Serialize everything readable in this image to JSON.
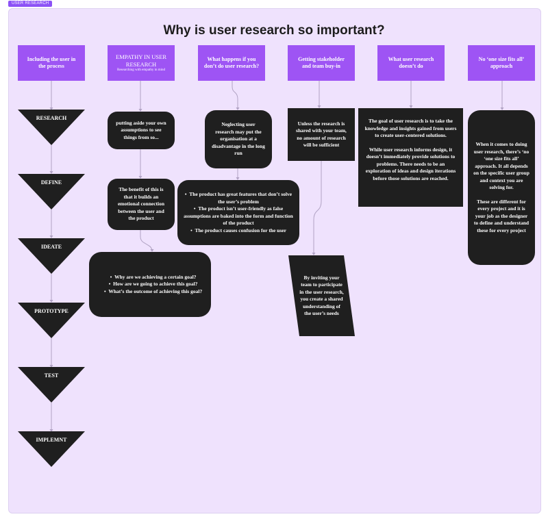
{
  "tag": "USER RESEARCH",
  "title": "Why is user research so important?",
  "headers": [
    {
      "text": "Including the user in the process",
      "sub": ""
    },
    {
      "text": "EMPATHY IN USER RESEARCH",
      "sub": "Researching with empathy in mind"
    },
    {
      "text": "What happens if you don’t do user research?",
      "sub": ""
    },
    {
      "text": "Getting stakeholder and team buy-in",
      "sub": ""
    },
    {
      "text": "What user research doesn’t do",
      "sub": ""
    },
    {
      "text": "No ‘one size fits all’ approach",
      "sub": ""
    }
  ],
  "process_steps": [
    "RESEARCH",
    "DEFINE",
    "IDEATE",
    "PROTOTYPE",
    "TEST",
    "IMPLEMNT"
  ],
  "empathy": {
    "box1": "putting aside your own assumptions to see things from so...",
    "box2": "The benefit of this is that it builds an emotional connection between the user and the product",
    "questions": [
      "Why are we achieving a certain goal?",
      "How are we going to achieve this goal?",
      "What’s the outcome of achieving this goal?"
    ]
  },
  "no_research": {
    "box1": "Neglecting user research may put the organisation at a disadvantage in the long run",
    "points": [
      "The product has great features that don’t solve the user’s problem",
      "The product isn’t user-friendly as false assumptions are baked into the form and function of the product",
      "The product causes confusion for the user"
    ]
  },
  "buy_in": {
    "box1": "Unless the research is shared with your team, no amount of research will be sufficient",
    "box2": "By inviting your team to participate in the user research, you create a shared understanding of the user’s needs"
  },
  "doesnt_do": {
    "para1": "The goal of user research is to take the knowledge and insights gained from users to create user-centered solutions.",
    "para2": "While user research informs design, it doesn’t immediately provide solutions to problems. There needs to be an exploration of ideas and design iterations before those solutions are reached."
  },
  "one_size": {
    "para1": "When it comes to doing user research, there’s ‘no ‘one size fits all’ approach. It all depends on the specific user group and context you are solving for.",
    "para2": "These are different for every project and it is your job as the designer to define and understand these for every project"
  },
  "colors": {
    "background": "#efe2fd",
    "header": "#9e54f4",
    "card": "#1f1f1f",
    "connector": "#b1a3c4"
  }
}
